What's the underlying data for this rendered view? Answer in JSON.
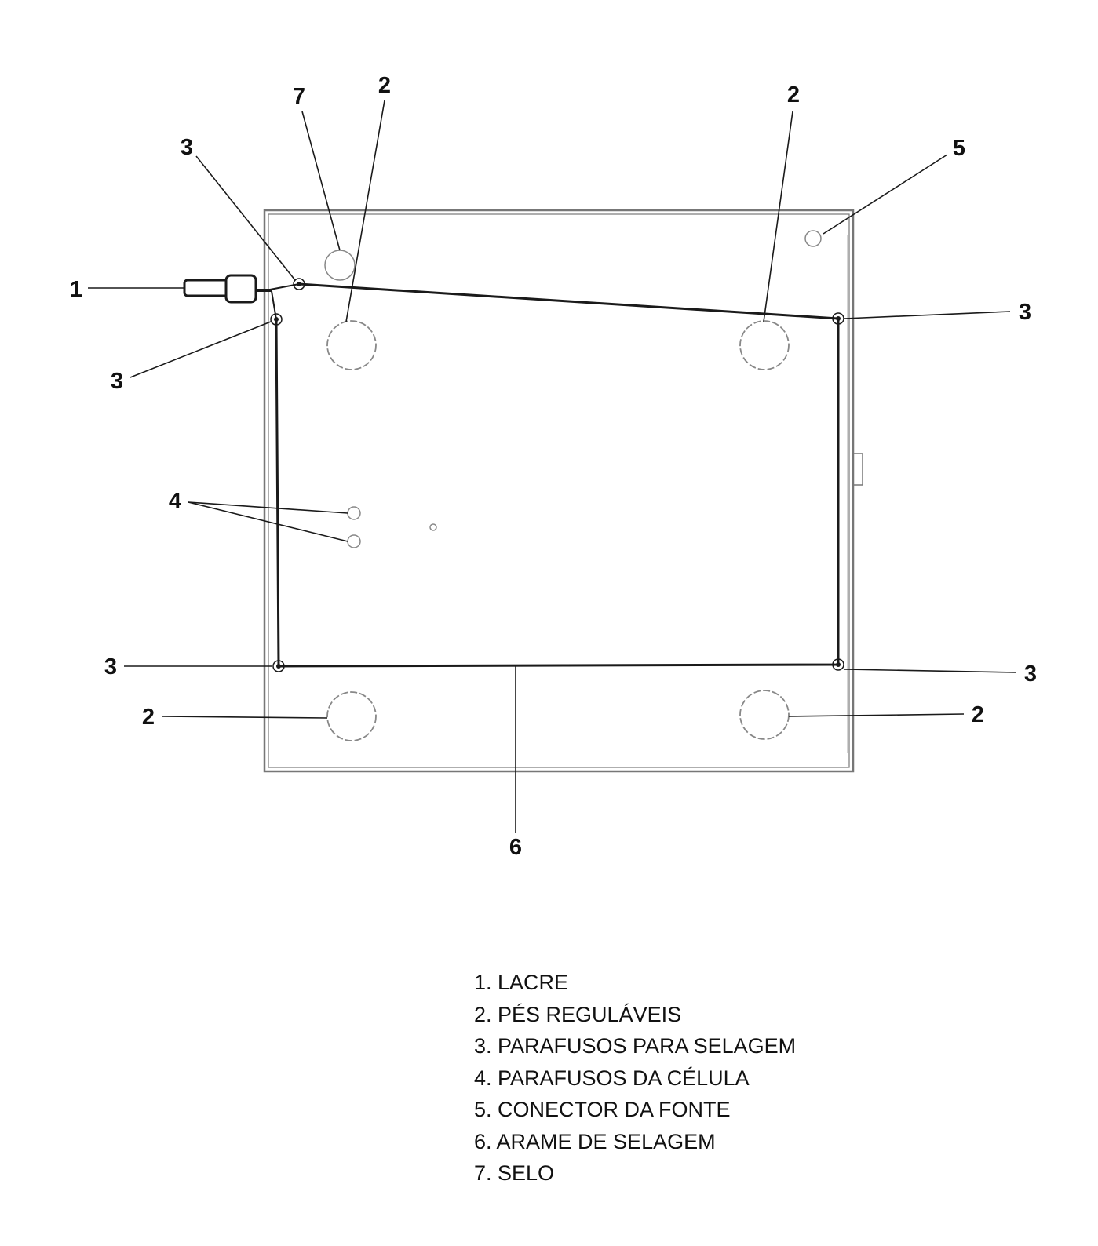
{
  "callouts": {
    "seal": "1",
    "feet": "2",
    "sealing_screws": "3",
    "cell_screws": "4",
    "power_connector": "5",
    "sealing_wire": "6",
    "stamp": "7"
  },
  "legend": [
    "1. LACRE",
    "2. PÉS REGULÁVEIS",
    "3. PARAFUSOS PARA SELAGEM",
    "4. PARAFUSOS DA CÉLULA",
    "5. CONECTOR DA FONTE",
    "6. ARAME DE SELAGEM",
    "7. SELO"
  ],
  "colors": {
    "line": "#1a1a1a",
    "outline": "#777777",
    "background": "#ffffff"
  }
}
